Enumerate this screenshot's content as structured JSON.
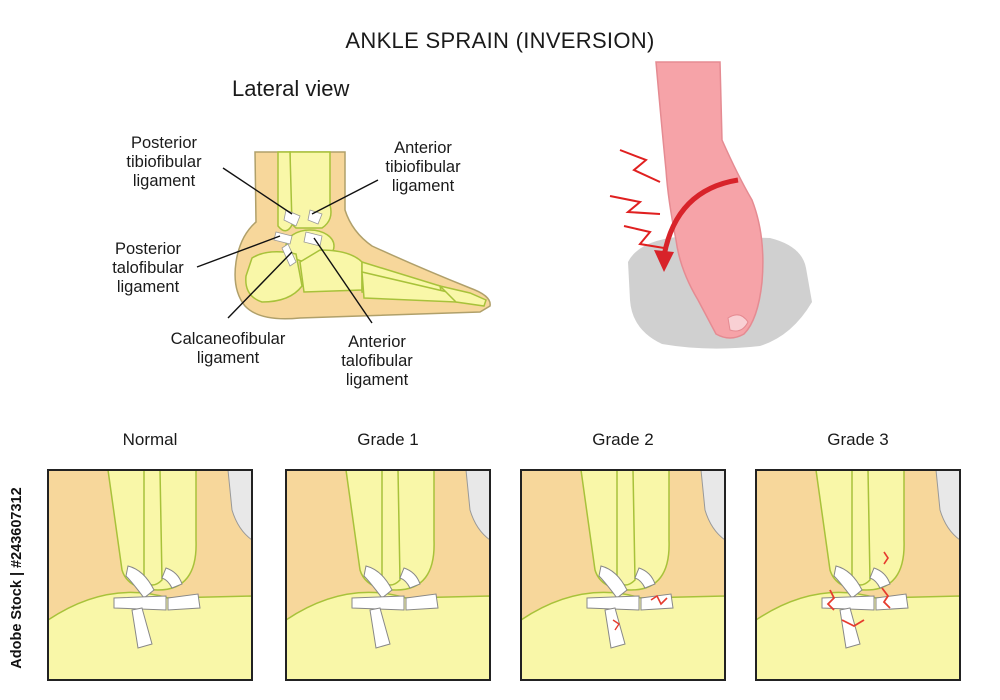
{
  "title": "ANKLE SPRAIN (INVERSION)",
  "subtitle": "Lateral view",
  "labels": {
    "posterior_tibiofibular": [
      "Posterior",
      "tibiofibular",
      "ligament"
    ],
    "anterior_tibiofibular": [
      "Anterior",
      "tibiofibular",
      "ligament"
    ],
    "posterior_talofibular": [
      "Posterior",
      "talofibular",
      "ligament"
    ],
    "calcaneofibular": [
      "Calcaneofibular",
      "ligament"
    ],
    "anterior_talofibular": [
      "Anterior",
      "talofibular",
      "ligament"
    ]
  },
  "grades": [
    "Normal",
    "Grade 1",
    "Grade 2",
    "Grade 3"
  ],
  "side_text": "Adobe Stock | #243607312",
  "colors": {
    "skin": "#f7d79b",
    "bone": "#f9f7a8",
    "bone_outline": "#a8c23a",
    "ligament": "#ffffff",
    "tear": "#e63c2e",
    "foot": "#f6a3a8",
    "arrow": "#d8232a",
    "shadow": "#d0d0d0"
  }
}
